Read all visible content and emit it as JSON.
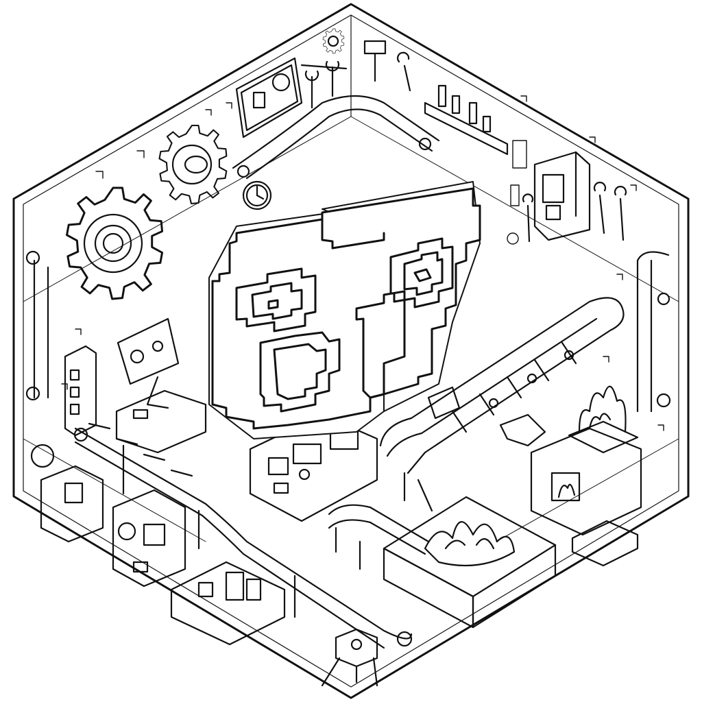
{
  "illustration": {
    "style": "line-art coloring page",
    "colors": {
      "ink": "#111111",
      "paper": "#ffffff"
    },
    "subject_icons": [
      "hexagon-room",
      "pixel-glasses-emblem",
      "gear-icon",
      "wrench-icon",
      "conveyor-belt",
      "furnace-fire",
      "control-panel",
      "robot-arm",
      "pipe",
      "wall-clock"
    ]
  }
}
